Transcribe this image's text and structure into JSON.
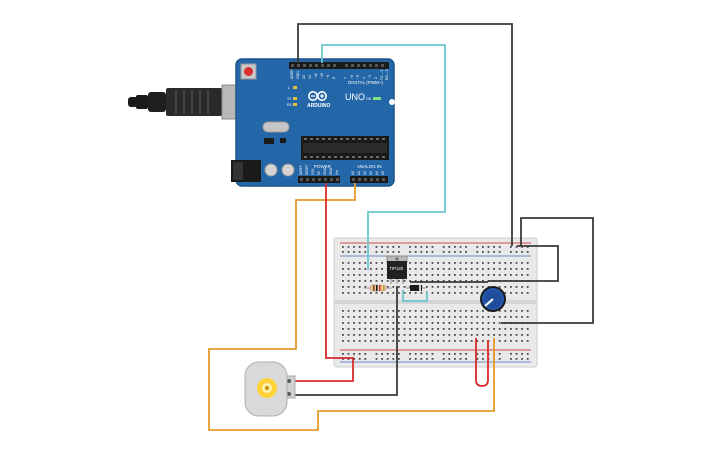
{
  "arduino": {
    "model_label": "UNO",
    "brand_label": "ARDUINO",
    "digital_label": "DIGITAL (PWM~)",
    "power_label": "POWER",
    "analog_label": "ANALOG IN",
    "on_label": "ON",
    "tx_label": "TX",
    "rx_label": "RX",
    "l_label": "L",
    "digital_pins": [
      "AREF",
      "GND",
      "13",
      "12",
      "~11",
      "~10",
      "~9",
      "8",
      "7",
      "~6",
      "~5",
      "4",
      "~3",
      "2",
      "TX→1",
      "RX←0"
    ],
    "power_pins": [
      "IOREF",
      "RESET",
      "3.3V",
      "5V",
      "GND",
      "GND",
      "Vin"
    ],
    "analog_pins": [
      "A0",
      "A1",
      "A2",
      "A3",
      "A4",
      "A5"
    ]
  },
  "transistor": {
    "label": "TIP120"
  },
  "colors": {
    "board": "#2467a8",
    "board_edge": "#1b548c",
    "wire_black": "#3a3a3a",
    "wire_teal": "#6cc6cc",
    "wire_orange": "#e59a2a",
    "wire_red": "#d92a2a",
    "breadboard": "#e9e9e9",
    "rail_red": "#d94a4a",
    "rail_blue": "#6b8fc9"
  },
  "icons": [
    "usb-cable-icon",
    "reset-button-icon",
    "arduino-logo-icon",
    "dc-motor-icon",
    "potentiometer-knob-icon",
    "resistor-icon",
    "diode-icon"
  ]
}
